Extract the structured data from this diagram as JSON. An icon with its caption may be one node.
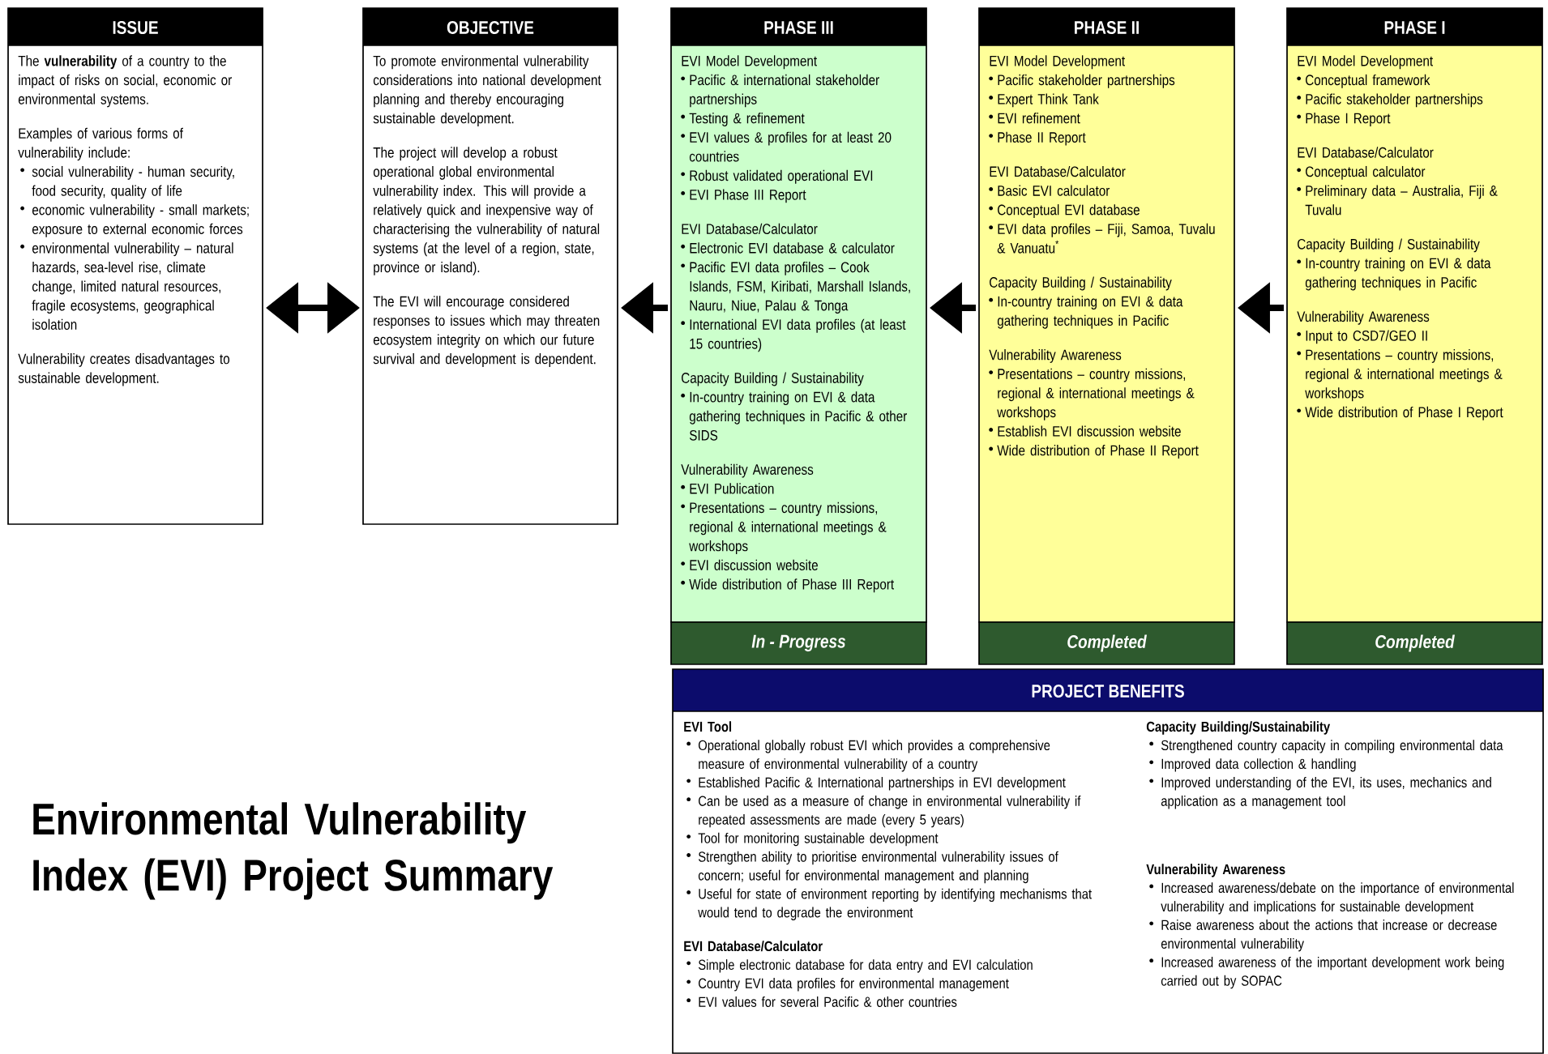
{
  "diagram": {
    "title": "Environmental Vulnerability Index (EVI) Project Summary",
    "nodes": [
      {
        "text": [
          "ISSUE",
          "The **vulnerability** of a country to the impact of risks on social, economic or environmental systems.",
          "Examples of various forms of vulnerability include:",
          "social vulnerability - human security, food security, quality of life",
          "economic vulnerability - small markets; exposure to external economic forces",
          "environmental vulnerability – natural hazards, sea-level rise, climate change, limited natural resources, fragile ecosystems, geographical isolation",
          "Vulnerability creates disadvantages to sustainable development."
        ]
      },
      {
        "text": [
          "OBJECTIVE",
          "To promote environmental vulnerability considerations into national development planning and thereby encouraging sustainable development.",
          "The project will develop a robust operational global environmental vulnerability index. This will provide a relatively quick and inexpensive way of characterising the vulnerability of natural systems (at the level of a region, state, province or island).",
          "The EVI will encourage considered responses to issues which may threaten ecosystem integrity on which our future survival and development is dependent."
        ]
      },
      {
        "text": [
          "PHASE III",
          "EVI Model Development",
          "Pacific & international stakeholder partnerships",
          "Testing & refinement",
          "EVI values & profiles for at least 20 countries",
          "Robust validated operational EVI",
          "EVI Phase III Report",
          "EVI Database/Calculator",
          "Electronic EVI database & calculator",
          "Pacific EVI data profiles – Cook Islands, FSM, Kiribati, Marshall Islands, Nauru, Niue, Palau & Tonga",
          "International EVI data profiles (at least 15 countries)",
          "Capacity Building / Sustainability",
          "In-country training on EVI & data gathering techniques in Pacific & other SIDS",
          "Vulnerability Awareness",
          "EVI Publication",
          "Presentations – country missions, regional & international meetings & workshops",
          "EVI discussion website",
          "Wide distribution of Phase III Report"
        ]
      },
      {
        "text": [
          "In - Progress"
        ]
      },
      {
        "text": [
          "PHASE II",
          "EVI Model Development",
          "Pacific stakeholder partnerships",
          "Expert Think Tank",
          "EVI refinement",
          "Phase II Report",
          "EVI Database/Calculator",
          "Basic EVI calculator",
          "Conceptual EVI database",
          "EVI data profiles – Fiji, Samoa, Tuvalu & Vanuatu$^{*}$",
          "Capacity Building / Sustainability",
          "In-country training on EVI & data gathering techniques in Pacific",
          "Vulnerability Awareness",
          "Presentations – country missions, regional & international meetings & workshops",
          "Establish EVI discussion website",
          "Wide distribution of Phase II Report"
        ]
      },
      {
        "text": [
          "Completed"
        ]
      },
      {
        "text": [
          "PHASE I",
          "EVI Model Development",
          "Conceptual framework",
          "Pacific stakeholder partnerships",
          "Phase I Report",
          "EVI Database/Calculator",
          "Conceptual calculator",
          "Preliminary data – Australia, Fiji & Tuvalu",
          "Capacity Building / Sustainability",
          "In-country training on EVI & data gathering techniques in Pacific",
          "Vulnerability Awareness",
          "Input to CSD7/GEO II",
          "Presentations – country missions, regional & international meetings & workshops",
          "Wide distribution of Phase I Report"
        ]
      },
      {
        "text": [
          "Completed"
        ]
      },
      {
        "text": [
          "PROJECT BENEFITS",
          "EVI Tool",
          "Operational globally robust EVI which provides a comprehensive measure of environmental vulnerability of a country",
          "Established Pacific & International partnerships in EVI development",
          "Can be used as a measure of change in environmental vulnerability if repeated assessments are made (every 5 years)",
          "Tool for monitoring sustainable development",
          "Strengthen ability to prioritise environmental vulnerability issues of concern; useful for environmental management and planning",
          "Useful for state of environment reporting by identifying mechanisms that would tend to degrade the environment",
          "EVI Database/Calculator",
          "Simple electronic database for data entry and EVI calculation",
          "Country EVI data profiles for environmental management",
          "EVI values for several Pacific & other countries",
          "Capacity Building/Sustainability",
          "Strengthened country capacity in compiling environmental data",
          "Improved data collection & handling",
          "Improved understanding of the EVI, its uses, mechanics and application as a management tool",
          "Vulnerability Awareness",
          "Increased awareness/debate on the importance of environmental vulnerability and implications for sustainable development",
          "Raise awareness about the actions that increase or decrease environmental vulnerability",
          "Increased awareness of the important development work being carried out by SOPAC"
        ]
      }
    ],
    "edges": [
      {
        "from": 0,
        "to": 1,
        "arrow": "both"
      },
      {
        "from": 2,
        "to": 1,
        "arrow": "to"
      },
      {
        "from": 4,
        "to": 2,
        "arrow": "to"
      },
      {
        "from": 6,
        "to": 4,
        "arrow": "to"
      }
    ]
  }
}
